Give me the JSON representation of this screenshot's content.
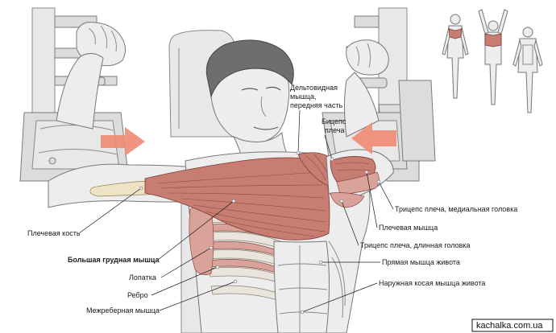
{
  "labels": {
    "deltoid_anterior": [
      "Дельтовидная",
      "мышца,",
      "передняя часть"
    ],
    "biceps": [
      "Бицепс",
      "плеча"
    ],
    "humerus": "Плечевая кость",
    "pectoralis_major": "Большая грудная мышца",
    "scapula": "Лопатка",
    "rib": "Ребро",
    "intercostal": "Межреберная мышца",
    "triceps_medial": "Трицепс плеча, медиальная головка",
    "brachialis": "Плечевая мышца",
    "triceps_long": "Трицепс плеча, длинная головка",
    "rectus_abdominis": "Прямая мышца живота",
    "external_oblique": "Наружная косая мышца живота"
  },
  "watermark": "kachalka.com.ua",
  "colors": {
    "muscle": "#c87d72",
    "arrow": "#f08a72",
    "bone": "#efe3c6"
  }
}
